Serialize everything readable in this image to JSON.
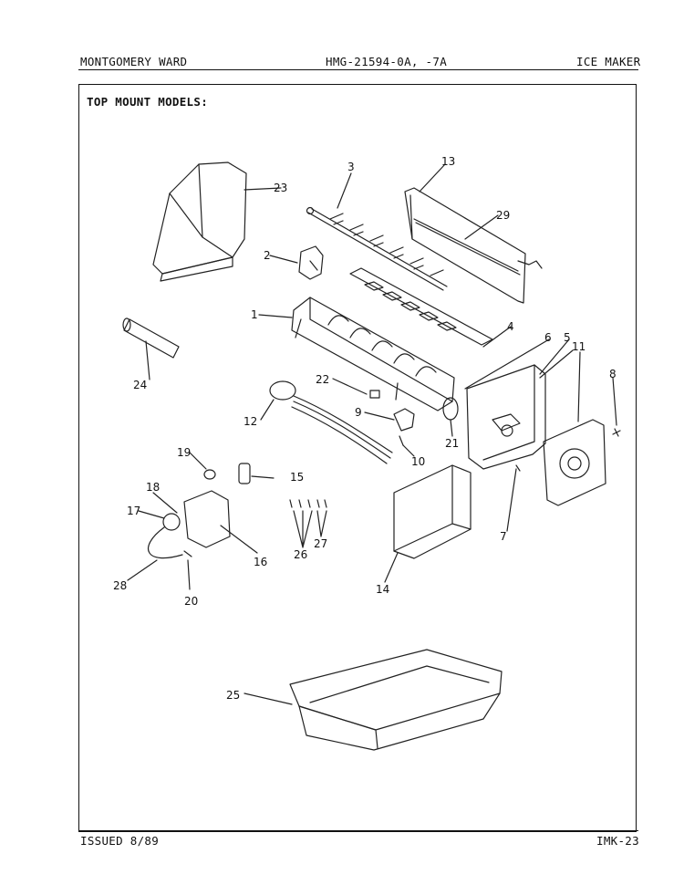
{
  "header": {
    "brand": "MONTGOMERY WARD",
    "model": "HMG-21594-0A, -7A",
    "section": "ICE MAKER"
  },
  "subtitle": "TOP MOUNT MODELS:",
  "footer": {
    "issued": "ISSUED 8/89",
    "page": "IMK-23"
  },
  "callouts": [
    "1",
    "2",
    "3",
    "4",
    "5",
    "6",
    "7",
    "8",
    "9",
    "10",
    "11",
    "12",
    "13",
    "14",
    "15",
    "16",
    "17",
    "18",
    "19",
    "20",
    "21",
    "22",
    "23",
    "24",
    "25",
    "26",
    "27",
    "28",
    "29"
  ]
}
